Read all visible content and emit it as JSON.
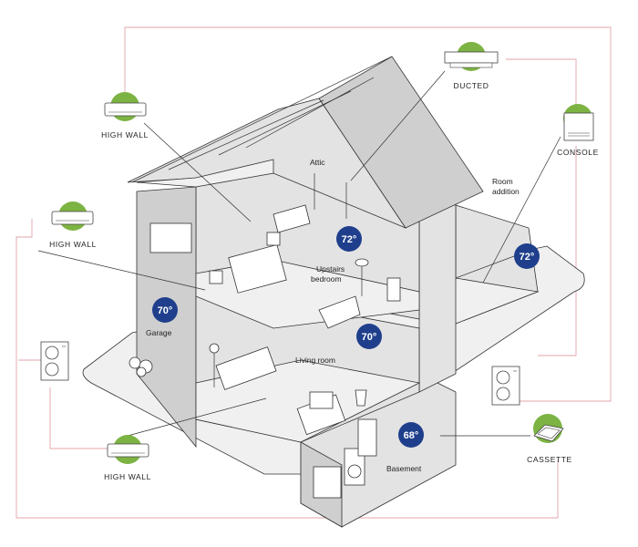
{
  "units": {
    "high_wall_top": "HIGH WALL",
    "high_wall_left": "HIGH WALL",
    "high_wall_bottom": "HIGH WALL",
    "ducted": "DUCTED",
    "console": "CONSOLE",
    "cassette": "CASSETTE"
  },
  "rooms": {
    "attic": "Attic",
    "room_addition_1": "Room",
    "room_addition_2": "addition",
    "upstairs_1": "Upstairs",
    "upstairs_2": "bedroom",
    "garage": "Garage",
    "living_room": "Living room",
    "basement": "Basement"
  },
  "temps": {
    "garage": "70°",
    "upstairs": "72°",
    "living": "70°",
    "addition": "72°",
    "basement": "68°"
  },
  "colors": {
    "badge": "#1f3f8c",
    "unit_circle": "#7cb342",
    "connector": "#e3a6aa"
  }
}
